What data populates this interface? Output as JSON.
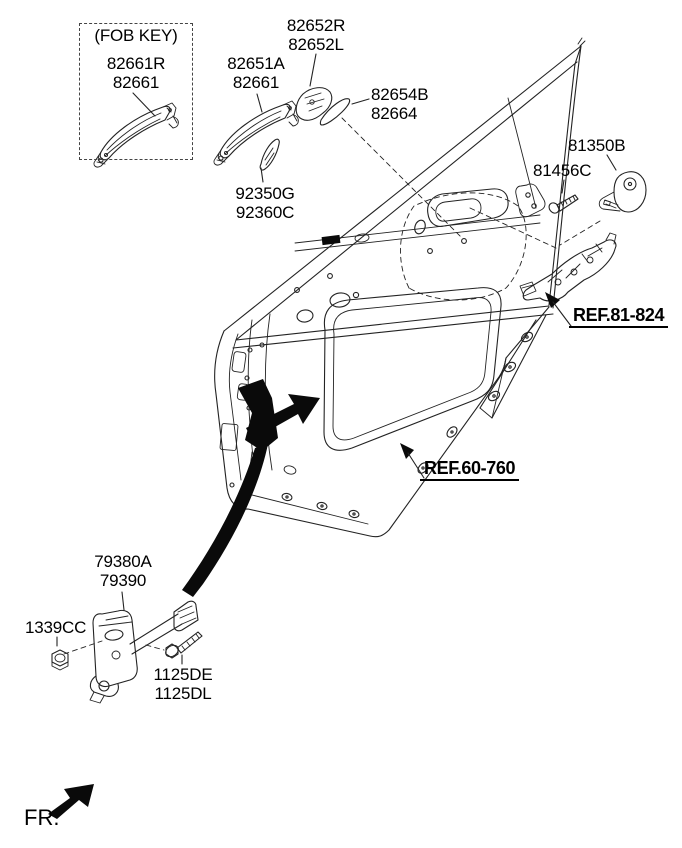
{
  "diagram": {
    "fob_key": {
      "title": "(FOB KEY)",
      "line1": "82661R",
      "line2": "82661"
    },
    "handle_assy": {
      "line1": "82651A",
      "line2": "82661"
    },
    "handle_cover": {
      "line1": "82652R",
      "line2": "82652L"
    },
    "handle_gasket": {
      "line1": "82654B",
      "line2": "82664"
    },
    "handle_pad": {
      "line1": "92350G",
      "line2": "92360C"
    },
    "lock_cylinder": {
      "label": "81350B"
    },
    "screw": {
      "label": "81456C"
    },
    "ref_latch": {
      "label": "REF.81-824"
    },
    "ref_door": {
      "label": "REF.60-760"
    },
    "door_checker": {
      "line1": "79380A",
      "line2": "79390"
    },
    "nut": {
      "label": "1339CC"
    },
    "bolt": {
      "line1": "1125DE",
      "line2": "1125DL"
    },
    "front_marker": {
      "label": "FR."
    }
  },
  "colors": {
    "line": "#232323",
    "text": "#000000",
    "background": "#ffffff"
  }
}
